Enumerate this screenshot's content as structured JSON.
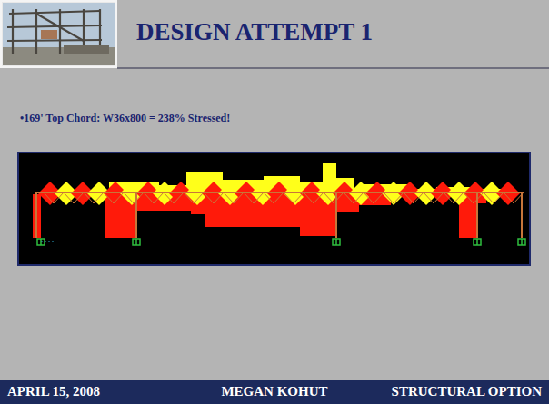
{
  "diagram": {
    "title": "DESIGN ATTEMPT 1",
    "labels": [
      "•169' Top Chord: W36x800 = 238% Stressed!",
      "APRIL 15, 2008",
      "MEGAN KOHUT",
      "STRUCTURAL OPTION"
    ]
  }
}
